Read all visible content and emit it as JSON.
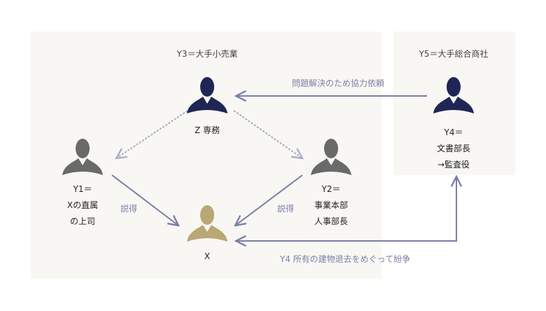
{
  "groups": {
    "y3": "Y3＝大手小売業",
    "y5": "Y5＝大手総合商社"
  },
  "people": {
    "z": {
      "lines": [
        "Z 専務"
      ],
      "color": "#1f2656"
    },
    "y4": {
      "lines": [
        "Y4＝",
        "文書部長",
        "→監査役"
      ],
      "color": "#1f2656"
    },
    "y1": {
      "lines": [
        "Y1＝",
        "Xの直属",
        "の上司"
      ],
      "color": "#6a6a6a"
    },
    "y2": {
      "lines": [
        "Y2＝",
        "事業本部",
        "人事部長"
      ],
      "color": "#6a6a6a"
    },
    "x": {
      "lines": [
        "X"
      ],
      "color": "#b9a774"
    }
  },
  "edges": {
    "request": "問題解決のため協力依頼",
    "persuade_left": "説得",
    "persuade_right": "説得",
    "dispute": "Y4 所有の建物退去をめぐって紛争"
  },
  "colors": {
    "arrow": "#7a7ea6",
    "dashed": "#a9abc8",
    "box": "#f8f7f3"
  }
}
